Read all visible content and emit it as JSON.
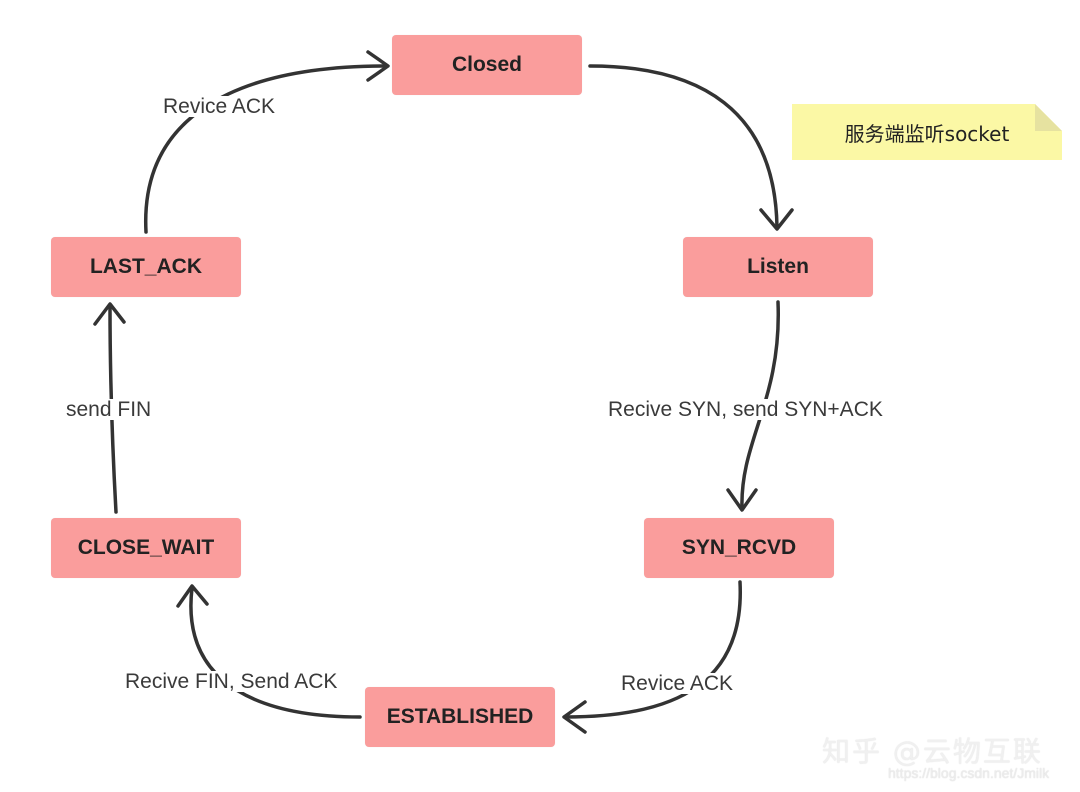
{
  "colors": {
    "state_fill": "#fa9d9c",
    "arrow_stroke": "#333333",
    "note_fill": "#fbf8a5",
    "note_fold": "#e6e2a0"
  },
  "states": {
    "closed": "Closed",
    "listen": "Listen",
    "syn_rcvd": "SYN_RCVD",
    "established": "ESTABLISHED",
    "close_wait": "CLOSE_WAIT",
    "last_ack": "LAST_ACK"
  },
  "edges": {
    "listen_to_syn_rcvd": "Recive SYN, send SYN+ACK",
    "syn_rcvd_to_established": "Revice ACK",
    "established_to_close_wait": "Recive FIN, Send ACK",
    "close_wait_to_last_ack": "send FIN",
    "last_ack_to_closed": "Revice ACK"
  },
  "note": {
    "text": "服务端监听socket"
  },
  "watermark": {
    "main": "知乎 @云物互联",
    "url": "https://blog.csdn.net/Jmilk"
  }
}
